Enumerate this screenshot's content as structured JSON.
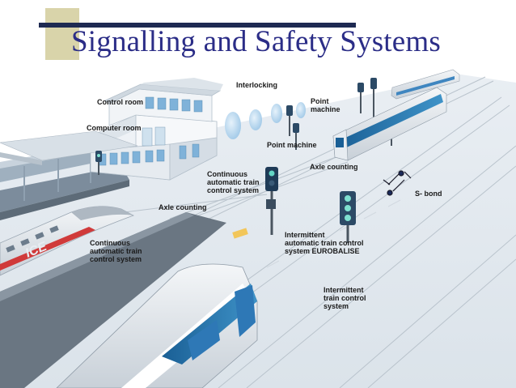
{
  "slide": {
    "title": "Signalling and Safety Systems",
    "colors": {
      "title": "#2b2d87",
      "accent_tan": "#d9d4aa",
      "accent_navy": "#1e2a52",
      "train_blue": "#1f6fa8"
    }
  },
  "labels": {
    "interlocking": "Interlocking",
    "control_room": "Control room",
    "point_machine_top": "Point\nmachine",
    "computer_room": "Computer room",
    "point_machine": "Point machine",
    "axle_counting_right": "Axle counting",
    "continuous_atc_center": "Continuous\nautomatic train\ncontrol system",
    "s_bond": "S- bond",
    "axle_counting_left": "Axle counting",
    "intermittent_eurobalise": "Intermittent\nautomatic train control\nsystem EUROBALISE",
    "continuous_atc_left": "Continuous\nautomatic train\ncontrol system",
    "intermittent_tcs": "Intermittent\ntrain control\nsystem",
    "train_logo": "ICE"
  },
  "icons": [
    "signal-icon",
    "train-icon",
    "building-icon",
    "s-bond-icon"
  ]
}
